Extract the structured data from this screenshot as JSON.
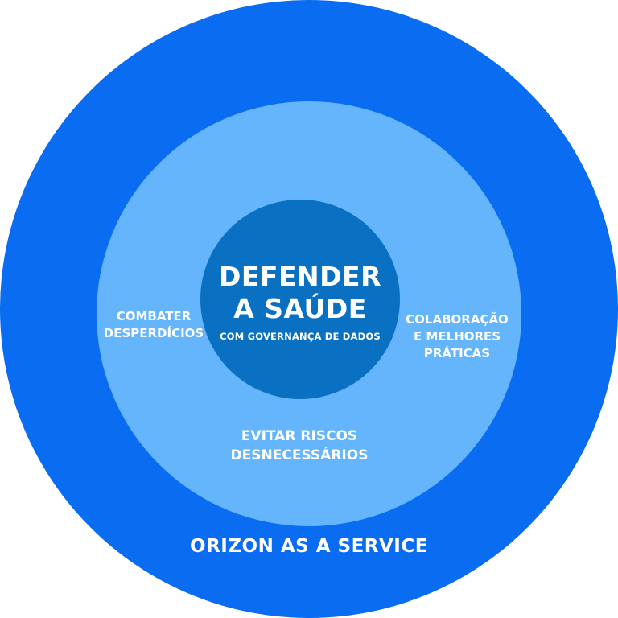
{
  "colors": {
    "outer": "#0a6cf0",
    "middle": "#64b5fc",
    "inner": "#0a70c2"
  },
  "core": {
    "title_line1": "DEFENDER",
    "title_line2": "A SAÚDE",
    "subtitle": "COM GOVERNANÇA DE DADOS"
  },
  "middle_ring": {
    "left": [
      "COMBATER",
      "DESPERDÍCIOS"
    ],
    "right": [
      "COLABORAÇÃO",
      "E MELHORES",
      "PRÁTICAS"
    ],
    "bottom": [
      "EVITAR RISCOS",
      "DESNECESSÁRIOS"
    ]
  },
  "outer_ring": {
    "label": "ORIZON AS A SERVICE"
  }
}
